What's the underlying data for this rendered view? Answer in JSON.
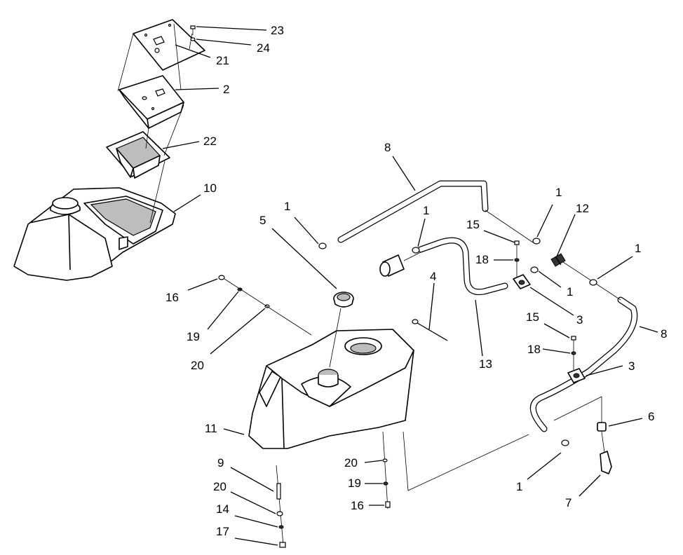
{
  "callouts": [
    {
      "id": "c23",
      "text": "23"
    },
    {
      "id": "c24",
      "text": "24"
    },
    {
      "id": "c21",
      "text": "21"
    },
    {
      "id": "c2",
      "text": "2"
    },
    {
      "id": "c22",
      "text": "22"
    },
    {
      "id": "c10",
      "text": "10"
    },
    {
      "id": "c8a",
      "text": "8"
    },
    {
      "id": "c1a",
      "text": "1"
    },
    {
      "id": "c1b",
      "text": "1"
    },
    {
      "id": "c1c",
      "text": "1"
    },
    {
      "id": "c12",
      "text": "12"
    },
    {
      "id": "c1d",
      "text": "1"
    },
    {
      "id": "c5",
      "text": "5"
    },
    {
      "id": "c15a",
      "text": "15"
    },
    {
      "id": "c18a",
      "text": "18"
    },
    {
      "id": "c1e",
      "text": "1"
    },
    {
      "id": "c3a",
      "text": "3"
    },
    {
      "id": "c8b",
      "text": "8"
    },
    {
      "id": "c16a",
      "text": "16"
    },
    {
      "id": "c4",
      "text": "4"
    },
    {
      "id": "c19a",
      "text": "19"
    },
    {
      "id": "c20a",
      "text": "20"
    },
    {
      "id": "c13",
      "text": "13"
    },
    {
      "id": "c15b",
      "text": "15"
    },
    {
      "id": "c18b",
      "text": "18"
    },
    {
      "id": "c3b",
      "text": "3"
    },
    {
      "id": "c6",
      "text": "6"
    },
    {
      "id": "c11",
      "text": "11"
    },
    {
      "id": "c9",
      "text": "9"
    },
    {
      "id": "c20b",
      "text": "20"
    },
    {
      "id": "c19b",
      "text": "19"
    },
    {
      "id": "c20c",
      "text": "20"
    },
    {
      "id": "c14",
      "text": "14"
    },
    {
      "id": "c16b",
      "text": "16"
    },
    {
      "id": "c1f",
      "text": "1"
    },
    {
      "id": "c17",
      "text": "17"
    },
    {
      "id": "c7",
      "text": "7"
    }
  ]
}
